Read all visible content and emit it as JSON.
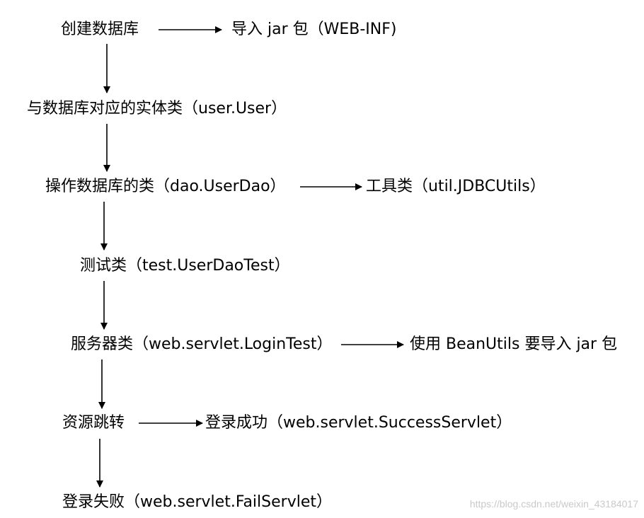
{
  "nodes": {
    "create_db": "创建数据库",
    "import_jar": "导入 jar 包（WEB-INF)",
    "entity_class": "与数据库对应的实体类（user.User）",
    "dao_class": "操作数据库的类（dao.UserDao）",
    "util_class": "工具类（util.JDBCUtils）",
    "test_class": "测试类（test.UserDaoTest）",
    "server_class": "服务器类（web.servlet.LoginTest）",
    "beanutils": "使用 BeanUtils 要导入 jar 包",
    "resource_jump": "资源跳转",
    "login_success": "登录成功（web.servlet.SuccessServlet）",
    "login_fail": "登录失败（web.servlet.FailServlet）"
  },
  "watermark": "https://blog.csdn.net/weixin_43184017",
  "colors": {
    "line": "#000000",
    "text": "#000000",
    "watermark": "#c9c9c9"
  }
}
